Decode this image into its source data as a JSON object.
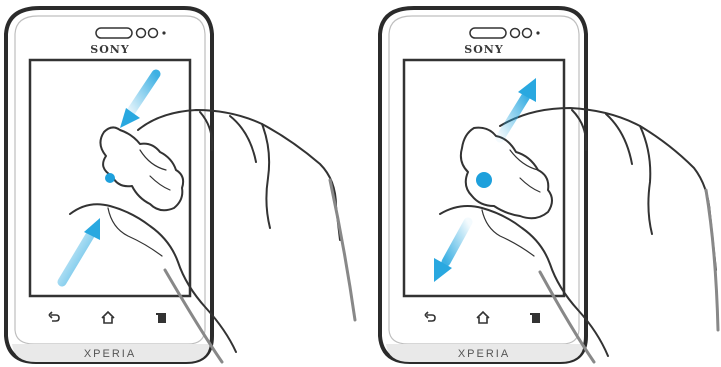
{
  "phones": [
    {
      "gesture": "pinch-in",
      "brand_label": "SONY",
      "model_label": "XPERIA",
      "nav_keys": [
        "back-icon",
        "home-icon",
        "menu-icon"
      ]
    },
    {
      "gesture": "spread-out",
      "brand_label": "SONY",
      "model_label": "XPERIA",
      "nav_keys": [
        "back-icon",
        "home-icon",
        "menu-icon"
      ]
    }
  ],
  "colors": {
    "arrow": "#29a8e0",
    "touch_point": "#1ea0dc",
    "phone_outline": "#2b2b2b",
    "screen_border": "#333333",
    "line_art": "#333333"
  }
}
